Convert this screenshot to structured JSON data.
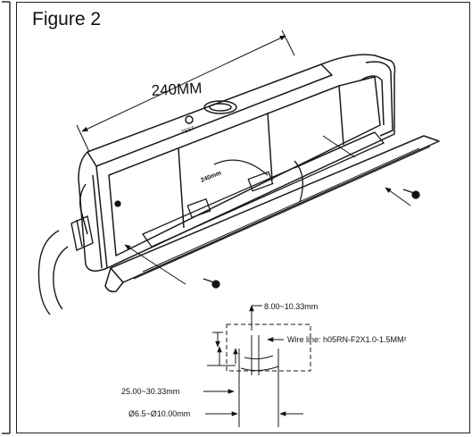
{
  "figure": {
    "title": "Figure 2",
    "length_label": "240MM",
    "inner_length_label": "240mm",
    "test_label": "TEST"
  },
  "wiring": {
    "strip_length": "8.00~10.33mm",
    "wire_line": "Wire line: h05RN-F2X1.0-1.5MM²",
    "sheath_strip": "25.00~30.33mm",
    "cable_diameter": "Ø6.5~Ø10.00mm"
  },
  "colors": {
    "line": "#1a1a1a",
    "frame": "#222222"
  },
  "icons": [
    "screw-icon",
    "cable-gland-icon",
    "arrow-icon"
  ]
}
